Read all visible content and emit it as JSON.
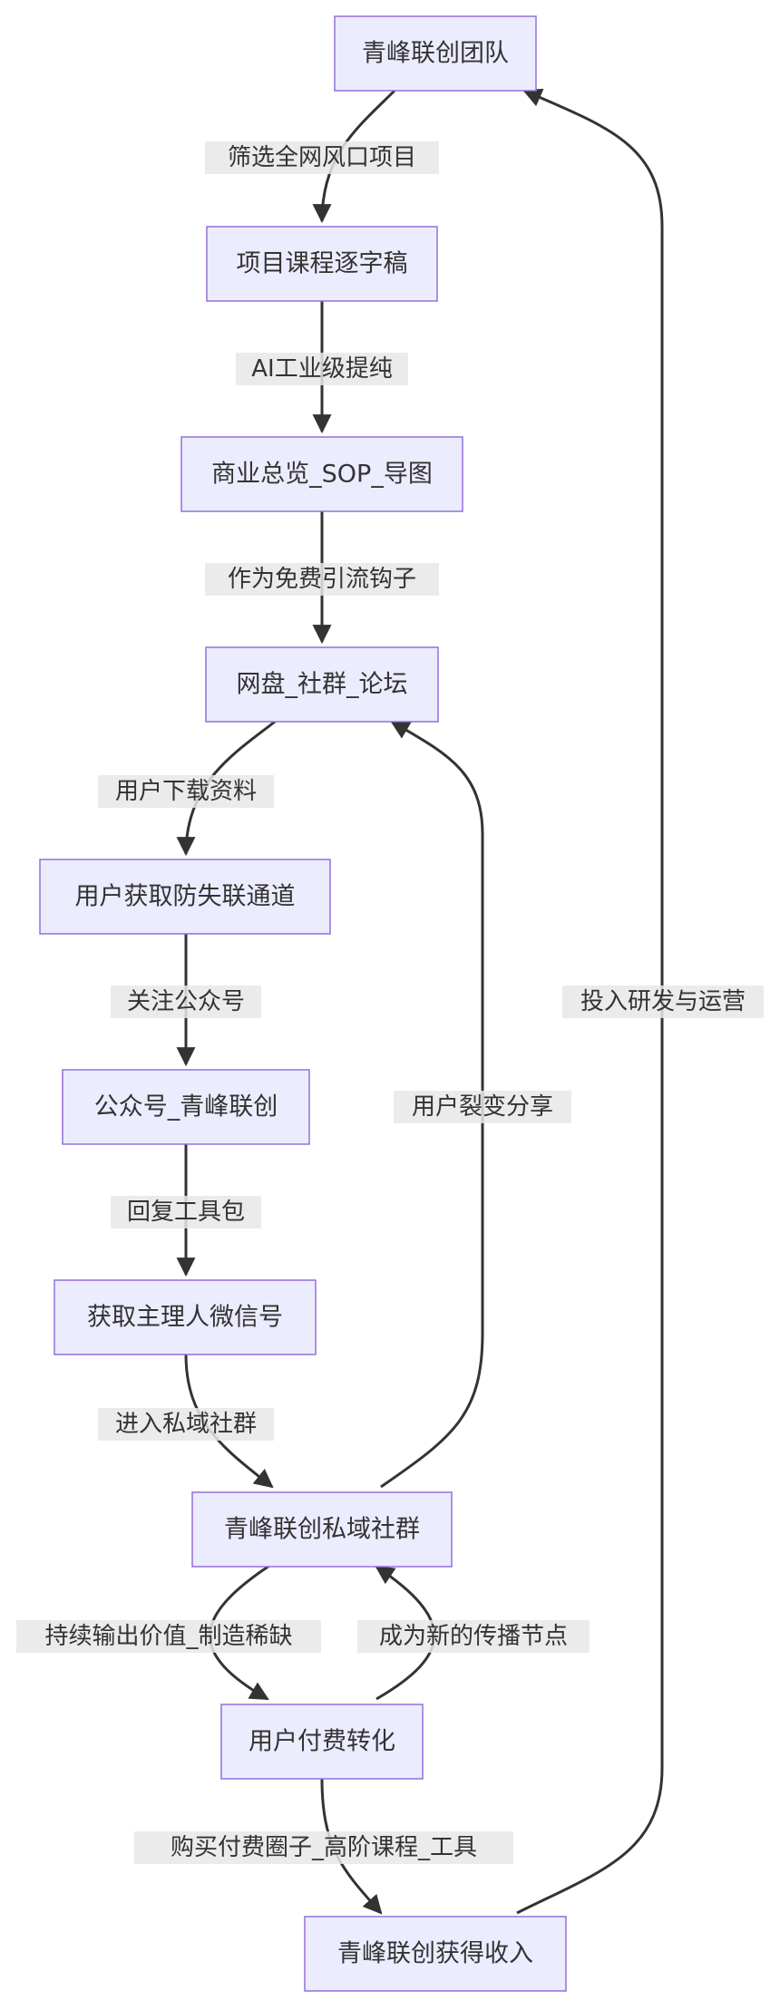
{
  "colors": {
    "node_fill": "#ECECFF",
    "node_stroke": "#9370DB",
    "edge": "#333333",
    "label_bg": "#E8E8E8",
    "text": "#333333"
  },
  "nodes": {
    "team": "青峰联创团队",
    "course": "项目课程逐字稿",
    "sop": "商业总览_SOP_导图",
    "pan": "网盘_社群_论坛",
    "channel": "用户获取防失联通道",
    "gzh": "公众号_青峰联创",
    "wechat": "获取主理人微信号",
    "community": "青峰联创私域社群",
    "pay": "用户付费转化",
    "income": "青峰联创获得收入"
  },
  "edges": {
    "team_course": "筛选全网风口项目",
    "course_sop": "AI工业级提纯",
    "sop_pan": "作为免费引流钩子",
    "pan_channel": "用户下载资料",
    "channel_gzh": "关注公众号",
    "gzh_wechat": "回复工具包",
    "wechat_community": "进入私域社群",
    "community_pay": "持续输出价值_制造稀缺",
    "pay_community": "成为新的传播节点",
    "pay_income": "购买付费圈子_高阶课程_工具",
    "community_pan": "用户裂变分享",
    "income_team": "投入研发与运营"
  }
}
